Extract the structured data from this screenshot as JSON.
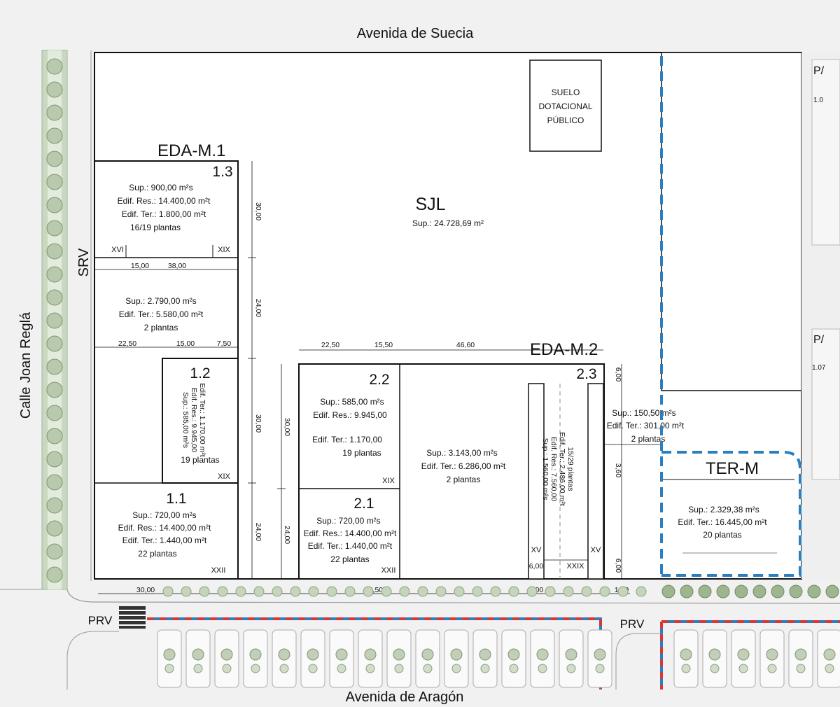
{
  "streets": {
    "north": "Avenida de Suecia",
    "south": "Avenida de Aragón",
    "west": "Calle Joan Reglá",
    "srv": "SRV",
    "prv_left": "PRV",
    "prv_right": "PRV"
  },
  "equipment": {
    "line1": "SUELO",
    "line2": "DOTACIONAL",
    "line3": "PÚBLICO"
  },
  "sjl": {
    "name": "SJL",
    "area": "Sup.: 24.728,69 m²"
  },
  "zones": {
    "eda_m1": "EDA-M.1",
    "eda_m2": "EDA-M.2",
    "ter_m": "TER-M"
  },
  "plots": {
    "p13": {
      "num": "1.3",
      "l1": "Sup.: 900,00 m²s",
      "l2": "Edif. Res.: 14.400,00 m²t",
      "l3": "Edif. Ter.: 1.800,00 m²t",
      "l4": "16/19 plantas",
      "r1": "XVI",
      "r2": "XIX"
    },
    "pmid1": {
      "l1": "Sup.: 2.790,00 m²s",
      "l2": "Edif. Ter.: 5.580,00 m²t",
      "l3": "2 plantas"
    },
    "p12": {
      "num": "1.2",
      "l1": "Sup.: 585,00 m²s",
      "l2": "Edif. Res.: 9.945,00",
      "l3": "Edif. Ter.: 1.170,00 m²t",
      "l4": "19 plantas",
      "r1": "XIX"
    },
    "p11": {
      "num": "1.1",
      "l1": "Sup.: 720,00 m²s",
      "l2": "Edif. Res.: 14.400,00 m²t",
      "l3": "Edif. Ter.: 1.440,00 m²t",
      "l4": "22 plantas",
      "r1": "XXII"
    },
    "p22": {
      "num": "2.2",
      "l1": "Sup.: 585,00 m²s",
      "l2": "Edif. Res.: 9.945,00",
      "l3": "Edif. Ter.: 1.170,00",
      "l4": "19 plantas",
      "r1": "XIX"
    },
    "p21": {
      "num": "2.1",
      "l1": "Sup.: 720,00 m²s",
      "l2": "Edif. Res.: 14.400,00 m²t",
      "l3": "Edif. Ter.: 1.440,00 m²t",
      "l4": "22 plantas",
      "r1": "XXII"
    },
    "pmid2": {
      "l1": "Sup.: 3.143,00 m²s",
      "l2": "Edif. Ter.: 6.286,00 m²t",
      "l3": "2 plantas"
    },
    "p23": {
      "num": "2.3",
      "l1": "Sup.: 1.560,00 m²s",
      "l2": "Edif. Res.: 7.560,00",
      "l3": "Edif. Ter.: 2.486,00 m²t",
      "l4": "15/29 plantas",
      "r1": "XV",
      "r2": "XXIX",
      "r3": "XV"
    },
    "pside": {
      "l1": "Sup.: 150,50 m²s",
      "l2": "Edif. Ter.: 301,00 m²t",
      "l3": "2 plantas"
    },
    "ter": {
      "l1": "Sup.: 2.329,38 m²s",
      "l2": "Edif. Ter.: 16.445,00 m²t",
      "l3": "20 plantas"
    }
  },
  "dims": {
    "d30a": "30,00",
    "d24a": "24,00",
    "d30b": "30,00",
    "d24b": "24,00",
    "d30c": "30,00",
    "d24c": "24,00",
    "h1500": "15,00",
    "h3800": "38,00",
    "h2250": "22,50",
    "h1500b": "15,00",
    "h750": "7,50",
    "h2250b": "22,50",
    "h1550": "15,50",
    "h4660": "46,60",
    "v600": "6,00",
    "v360": "3,60",
    "v600b": "6,00",
    "v600c": "6,00",
    "b3000": "30,00",
    "b5350": "53,50",
    "b600": "6,00",
    "b150": "1,50"
  },
  "right_labels": {
    "pa": "P/",
    "v1": "1.0",
    "pb": "P/",
    "v2": "1.07"
  },
  "colors": {
    "blue_dash": "#2a7fc1",
    "red_dash": "#d23a3a",
    "green": "#7c9a6a"
  }
}
